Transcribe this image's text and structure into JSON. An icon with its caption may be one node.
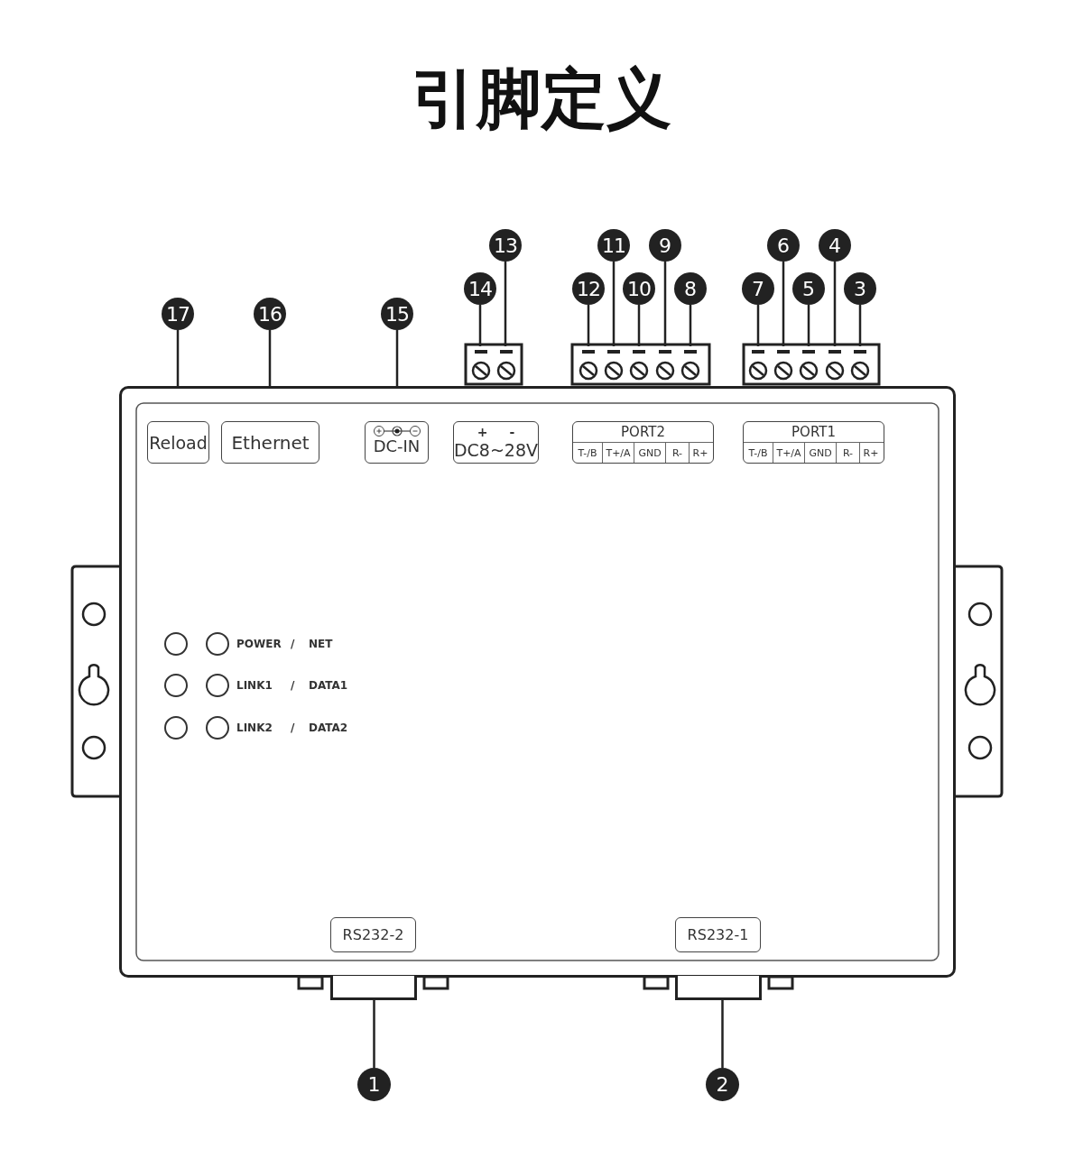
{
  "diagram": {
    "title": "引脚定义",
    "nodes": [
      {
        "text": [
          "17"
        ]
      },
      {
        "text": [
          "16"
        ]
      },
      {
        "text": [
          "15"
        ]
      },
      {
        "text": [
          "14"
        ]
      },
      {
        "text": [
          "13"
        ]
      },
      {
        "text": [
          "12"
        ]
      },
      {
        "text": [
          "11"
        ]
      },
      {
        "text": [
          "10"
        ]
      },
      {
        "text": [
          "9"
        ]
      },
      {
        "text": [
          "8"
        ]
      },
      {
        "text": [
          "7"
        ]
      },
      {
        "text": [
          "6"
        ]
      },
      {
        "text": [
          "5"
        ]
      },
      {
        "text": [
          "4"
        ]
      },
      {
        "text": [
          "3"
        ]
      },
      {
        "text": [],
        "shape": "box"
      },
      {
        "text": [],
        "shape": "box"
      },
      {
        "text": [],
        "shape": "box"
      },
      {
        "text": [],
        "shape": "box"
      },
      {
        "text": [],
        "shape": "box"
      },
      {
        "text": [],
        "shape": "box"
      },
      {
        "text": [],
        "shape": "box"
      },
      {
        "text": [],
        "shape": "box"
      },
      {
        "text": [],
        "shape": "box"
      },
      {
        "text": [],
        "shape": "box"
      },
      {
        "text": [],
        "shape": "box"
      },
      {
        "text": [],
        "shape": "box"
      },
      {
        "text": [],
        "shape": "box"
      },
      {
        "text": [
          "Reload"
        ],
        "in": 27
      },
      {
        "text": [
          "Ethernet"
        ],
        "in": 27
      },
      {
        "text": [
          "DC-IN"
        ],
        "in": 27
      },
      {
        "text": [
          "+",
          "-",
          "DC8~28V"
        ],
        "in": 27
      },
      {
        "text": [
          "PORT2"
        ],
        "in": 27
      },
      {
        "text": [
          "T-/B"
        ],
        "in": 32
      },
      {
        "text": [
          "T+/A"
        ],
        "in": 32
      },
      {
        "text": [
          "GND"
        ],
        "in": 32
      },
      {
        "text": [
          "R-"
        ],
        "in": 32
      },
      {
        "text": [
          "R+"
        ],
        "in": 32
      },
      {
        "text": [
          "PORT1"
        ],
        "in": 27
      },
      {
        "text": [
          "T-/B"
        ],
        "in": 38
      },
      {
        "text": [
          "T+/A"
        ],
        "in": 38
      },
      {
        "text": [
          "GND"
        ],
        "in": 38
      },
      {
        "text": [
          "R-"
        ],
        "in": 38
      },
      {
        "text": [
          "R+"
        ],
        "in": 38
      },
      {
        "text": [
          "RS232-2"
        ],
        "in": 27
      },
      {
        "text": [
          "RS232-1"
        ],
        "in": 27
      },
      {
        "text": [],
        "shape": "box"
      },
      {
        "text": [],
        "shape": "box"
      },
      {
        "text": [
          "1"
        ]
      },
      {
        "text": [
          "2"
        ]
      }
    ],
    "edges": [
      {
        "from": 0,
        "to": 27,
        "arrow": "none"
      },
      {
        "from": 1,
        "to": 27,
        "arrow": "none"
      },
      {
        "from": 2,
        "to": 27,
        "arrow": "none"
      },
      {
        "from": 3,
        "to": 15,
        "arrow": "none"
      },
      {
        "from": 4,
        "to": 16,
        "arrow": "none"
      },
      {
        "from": 5,
        "to": 17,
        "arrow": "none"
      },
      {
        "from": 6,
        "to": 18,
        "arrow": "none"
      },
      {
        "from": 7,
        "to": 19,
        "arrow": "none"
      },
      {
        "from": 8,
        "to": 20,
        "arrow": "none"
      },
      {
        "from": 9,
        "to": 21,
        "arrow": "none"
      },
      {
        "from": 10,
        "to": 22,
        "arrow": "none"
      },
      {
        "from": 11,
        "to": 23,
        "arrow": "none"
      },
      {
        "from": 12,
        "to": 24,
        "arrow": "none"
      },
      {
        "from": 13,
        "to": 25,
        "arrow": "none"
      },
      {
        "from": 14,
        "to": 26,
        "arrow": "none"
      },
      {
        "from": 48,
        "to": 46,
        "arrow": "none"
      },
      {
        "from": 49,
        "to": 47,
        "arrow": "none"
      }
    ],
    "labels": [
      "POWER",
      "/",
      "NET",
      "LINK1",
      "/",
      "DATA1",
      "LINK2",
      "/",
      "DATA2"
    ]
  }
}
